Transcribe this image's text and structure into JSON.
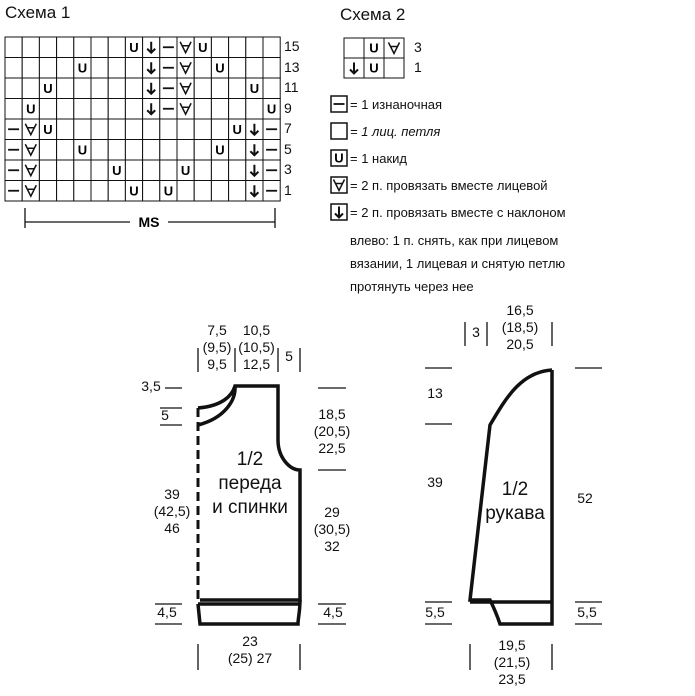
{
  "scheme1": {
    "title": "Схема 1",
    "row_numbers": [
      "15",
      "13",
      "11",
      "9",
      "7",
      "5",
      "3",
      "1"
    ],
    "ms_label": "MS",
    "rows": [
      [
        "",
        "",
        "",
        "",
        "",
        "",
        "",
        "U",
        "↓",
        "—",
        "∀",
        "U",
        "",
        "",
        "",
        ""
      ],
      [
        "",
        "",
        "",
        "",
        "U",
        "",
        "",
        "",
        "↓",
        "—",
        "∀",
        "",
        "U",
        "",
        "",
        ""
      ],
      [
        "",
        "",
        "U",
        "",
        "",
        "",
        "",
        "",
        "↓",
        "—",
        "∀",
        "",
        "",
        "",
        "U",
        ""
      ],
      [
        "",
        "U",
        "",
        "",
        "",
        "",
        "",
        "",
        "↓",
        "—",
        "∀",
        "",
        "",
        "",
        "",
        "U"
      ],
      [
        "—",
        "∀",
        "U",
        "",
        "",
        "",
        "",
        "",
        "",
        "",
        "",
        "",
        "",
        "U",
        "↓",
        "—"
      ],
      [
        "—",
        "∀",
        "",
        "",
        "U",
        "",
        "",
        "",
        "",
        "",
        "",
        "",
        "U",
        "",
        "↓",
        "—"
      ],
      [
        "—",
        "∀",
        "",
        "",
        "",
        "",
        "U",
        "",
        "",
        "",
        "U",
        "",
        "",
        "",
        "↓",
        "—"
      ],
      [
        "—",
        "∀",
        "",
        "",
        "",
        "",
        "",
        "U",
        "",
        "U",
        "",
        "",
        "",
        "",
        "↓",
        "—"
      ]
    ]
  },
  "scheme2": {
    "title": "Схема 2",
    "row_numbers": [
      "3",
      "1"
    ],
    "rows": [
      [
        "",
        "U",
        "∀"
      ],
      [
        "↓",
        "U",
        ""
      ]
    ]
  },
  "legend": {
    "items": [
      {
        "symbol": "—",
        "text": "= 1 изнаночная",
        "italic": false
      },
      {
        "symbol": "",
        "text": "= 1 лиц. петля",
        "italic": true
      },
      {
        "symbol": "U",
        "text": "= 1 накид",
        "italic": false
      },
      {
        "symbol": "∀",
        "text": "= 2 п. провязать вместе лицевой",
        "italic": false
      },
      {
        "symbol": "↓",
        "text": "= 2 п. провязать вместе с наклоном",
        "italic": false
      }
    ],
    "continuation": [
      "влево: 1 п. снять, как при лицевом",
      "вязании, 1 лицевая и снятую петлю",
      "протянуть через нее"
    ]
  },
  "body_pattern": {
    "title_lines": [
      "1/2",
      "переда",
      "и спинки"
    ],
    "top_widths": [
      "7,5",
      "(9,5)",
      "9,5"
    ],
    "top_neck": [
      "10,5",
      "(10,5)",
      "12,5"
    ],
    "top_right": "5",
    "left_top": "3,5",
    "left_neck": "5",
    "left_body": [
      "39",
      "(42,5)",
      "46"
    ],
    "left_bottom": "4,5",
    "right_armhole": [
      "18,5",
      "(20,5)",
      "22,5"
    ],
    "right_body": [
      "29",
      "(30,5)",
      "32"
    ],
    "right_bottom": "4,5",
    "bottom_width": [
      "23",
      "(25) 27"
    ]
  },
  "sleeve_pattern": {
    "title_lines": [
      "1/2",
      "рукава"
    ],
    "top_left": "3",
    "top_width": [
      "16,5",
      "(18,5)",
      "20,5"
    ],
    "left_cap": "13",
    "left_body": "39",
    "left_bottom": "5,5",
    "right_body": "52",
    "right_bottom": "5,5",
    "bottom_width": [
      "19,5",
      "(21,5)",
      "23,5"
    ]
  }
}
